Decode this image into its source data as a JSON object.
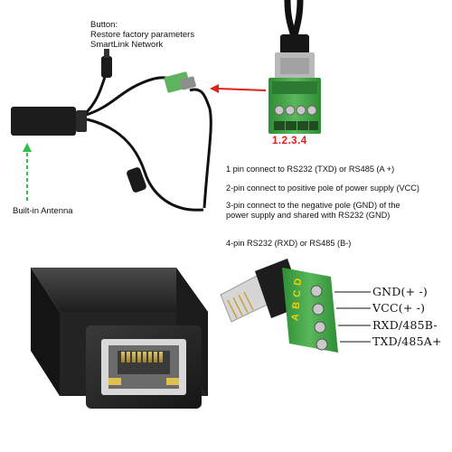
{
  "button_callout": {
    "line1": "Button:",
    "line2": "Restore factory parameters",
    "line3": "SmartLink Network"
  },
  "pin_numbers": "1.2.3.4",
  "antenna": {
    "label": "Built-in Antenna"
  },
  "pin_descriptions": [
    "1 pin connect to RS232 (TXD) or RS485 (A +)",
    "2-pin connect to positive pole of power supply (VCC)",
    "3-pin connect to the negative pole (GND) of the power supply and shared with RS232 (GND)",
    "4-pin RS232 (RXD) or RS485 (B-)"
  ],
  "connector_letters": [
    "A",
    "B",
    "C",
    "D"
  ],
  "signal_labels": [
    "GND(+ -)",
    "VCC(+ -)",
    "RXD/485B-",
    "TXD/485A+"
  ],
  "colors": {
    "arrow_red": "#e0201b",
    "antenna_arrow_green": "#2fbf4a",
    "terminal_green": "#3a9a3c",
    "device_body": "#2a2a2a"
  }
}
